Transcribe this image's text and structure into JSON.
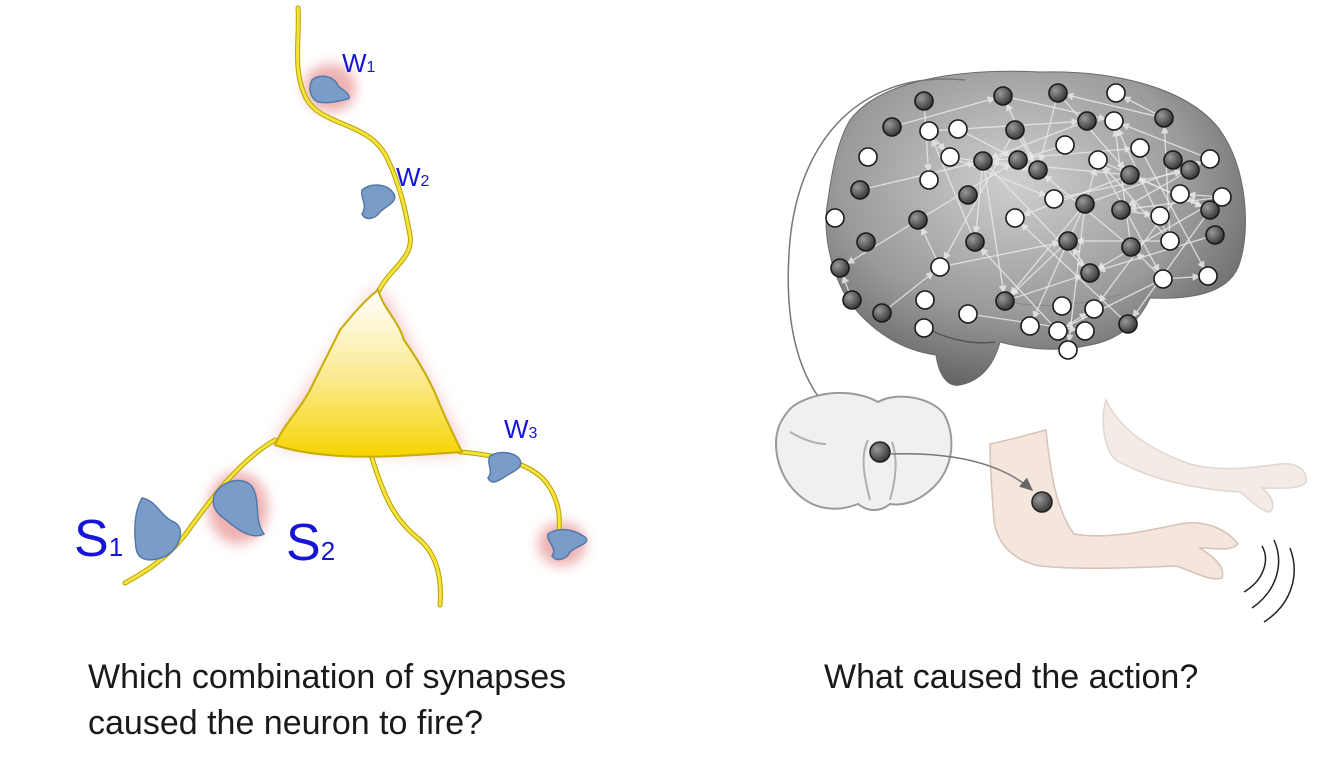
{
  "left_panel": {
    "labels": {
      "w1": {
        "main": "W",
        "sub": "1"
      },
      "w2": {
        "main": "W",
        "sub": "2"
      },
      "w3": {
        "main": "W",
        "sub": "3"
      },
      "s1": {
        "main": "S",
        "sub": "1"
      },
      "s2": {
        "main": "S",
        "sub": "2"
      }
    },
    "caption_line1": "Which combination of synapses",
    "caption_line2": "caused the neuron to fire?"
  },
  "right_panel": {
    "caption": "What caused the action?"
  },
  "colors": {
    "synapse_label": "#1515d8",
    "dendrite": "#f2df3a",
    "synapse_fill": "#7a9cc8",
    "glow": "#e07070",
    "neuron_gray": "#555555",
    "neuron_white": "#ffffff",
    "arrow_gray": "#777777"
  }
}
